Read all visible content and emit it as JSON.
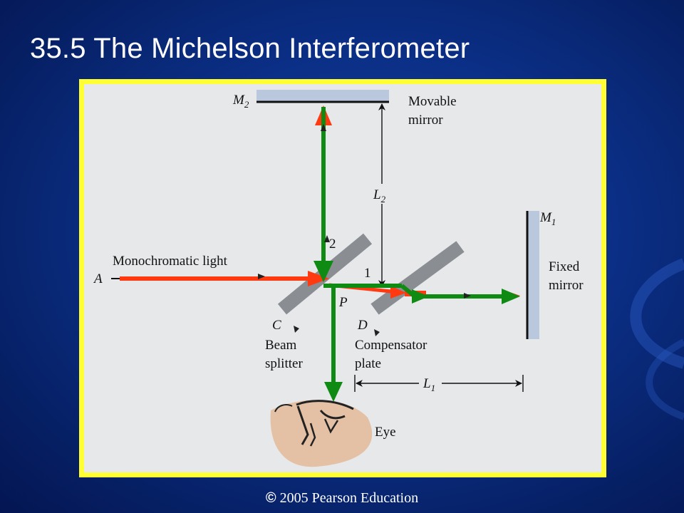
{
  "slide": {
    "title": "35.5 The Michelson Interferometer",
    "copyright_symbol": "©",
    "copyright_text": "2005 Pearson Education"
  },
  "diagram": {
    "labels": {
      "m2_letter": "M",
      "m2_sub": "2",
      "m1_letter": "M",
      "m1_sub": "1",
      "movable_line1": "Movable",
      "movable_line2": "mirror",
      "fixed_line1": "Fixed",
      "fixed_line2": "mirror",
      "l2_letter": "L",
      "l2_sub": "2",
      "l1_letter": "L",
      "l1_sub": "1",
      "mono_light": "Monochromatic light",
      "source_a": "A",
      "ray_2": "2",
      "ray_1": "1",
      "point_p": "P",
      "label_c": "C",
      "label_d": "D",
      "beam_line1": "Beam",
      "beam_line2": "splitter",
      "comp_line1": "Compensator",
      "comp_line2": "plate",
      "eye": "Eye"
    },
    "colors": {
      "frame_border": "#ffff33",
      "frame_bg": "#e6e8ea",
      "mirror": "#b9c8dc",
      "plate": "#8a8d92",
      "ray_red": "#ff3a10",
      "ray_green": "#0f8a12",
      "skin": "#e4c1a4"
    }
  }
}
